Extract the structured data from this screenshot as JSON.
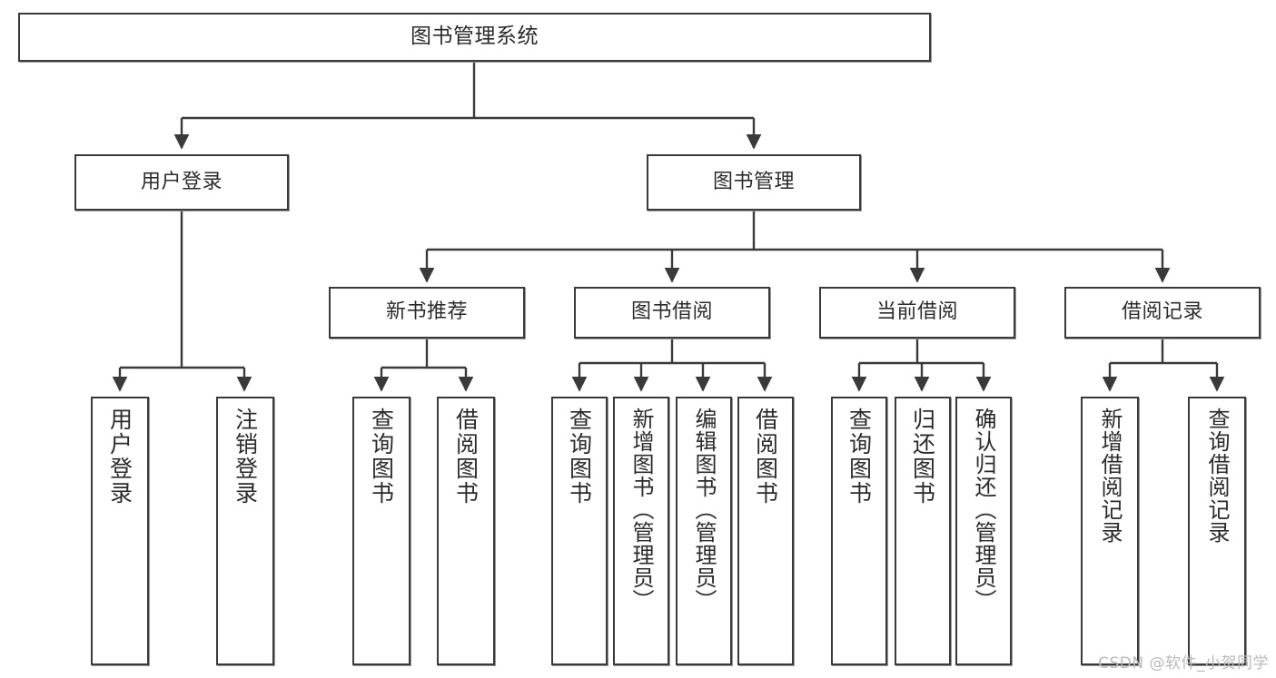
{
  "diagram": {
    "title": "图书管理系统",
    "type": "tree-hierarchy-chart",
    "watermark": "CSDN @软件_小贺同学",
    "colors": {
      "box_border": "#3a3a3a",
      "box_fill": "#ffffff",
      "edge": "#3a3a3a",
      "text": "#2b2b2b",
      "watermark": "#b9b9b9"
    },
    "root": {
      "label": "图书管理系统"
    },
    "level2": [
      {
        "label": "用户登录"
      },
      {
        "label": "图书管理"
      }
    ],
    "level3": [
      {
        "label": "新书推荐"
      },
      {
        "label": "图书借阅"
      },
      {
        "label": "当前借阅"
      },
      {
        "label": "借阅记录"
      }
    ],
    "leaves": {
      "user_login": [
        {
          "label": "用户登录"
        },
        {
          "label": "注销登录"
        }
      ],
      "new_book_recommend": [
        {
          "label": "查询图书"
        },
        {
          "label": "借阅图书"
        }
      ],
      "book_borrow": [
        {
          "label": "查询图书"
        },
        {
          "label": "新增图书（管理员）"
        },
        {
          "label": "编辑图书（管理员）"
        },
        {
          "label": "借阅图书"
        }
      ],
      "current_borrow": [
        {
          "label": "查询图书"
        },
        {
          "label": "归还图书"
        },
        {
          "label": "确认归还（管理员）"
        }
      ],
      "borrow_records": [
        {
          "label": "新增借阅记录"
        },
        {
          "label": "查询借阅记录"
        }
      ]
    }
  }
}
